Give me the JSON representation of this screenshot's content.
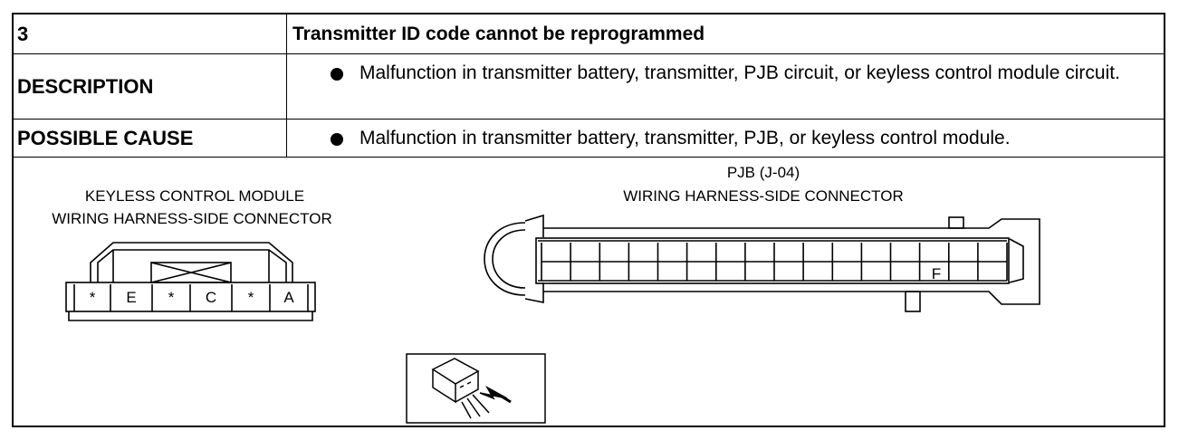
{
  "table": {
    "step_number": "3",
    "step_title": "Transmitter ID code cannot be reprogrammed",
    "description_label": "DESCRIPTION",
    "description_text": "Malfunction in transmitter battery, transmitter, PJB circuit, or keyless control module circuit.",
    "cause_label": "POSSIBLE CAUSE",
    "cause_text": "Malfunction in transmitter battery, transmitter, PJB, or keyless control module."
  },
  "diagram": {
    "kcm_title_line1": "KEYLESS CONTROL MODULE",
    "kcm_title_line2": "WIRING HARNESS-SIDE CONNECTOR",
    "kcm_pins": [
      "*",
      "E",
      "*",
      "C",
      "*",
      "A"
    ],
    "pjb_title_line1": "PJB (J-04)",
    "pjb_title_line2": "WIRING HARNESS-SIDE CONNECTOR",
    "pjb_pin_label": "F",
    "icons": [
      "harness-side-probe-icon"
    ]
  }
}
